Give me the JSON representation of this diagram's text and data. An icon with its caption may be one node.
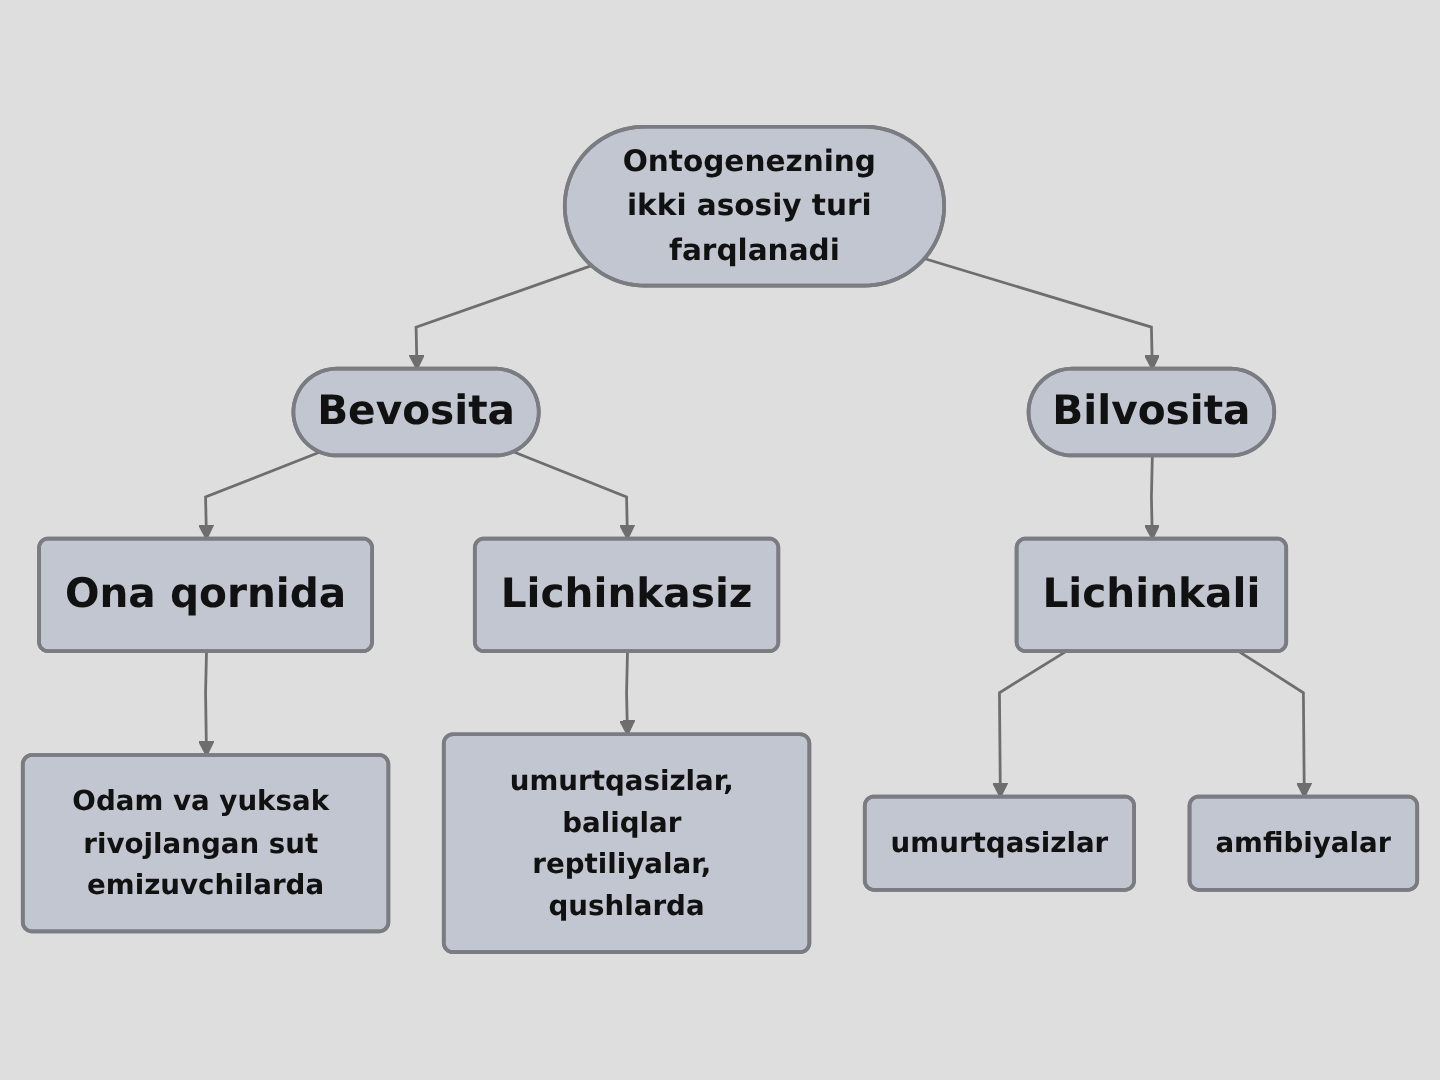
{
  "diagram": {
    "nodes": [
      {
        "text": [
          "Ontogenezning ikki asosiy turi farqlanadi"
        ]
      },
      {
        "text": [
          "Bevosita"
        ]
      },
      {
        "text": [
          "Bilvosita"
        ]
      },
      {
        "text": [
          "Ona qornida"
        ]
      },
      {
        "text": [
          "Lichinkasiz"
        ]
      },
      {
        "text": [
          "Lichinkali"
        ]
      },
      {
        "text": [
          "Odam va yuksak rivojlangan sut emizuvchilarda"
        ]
      },
      {
        "text": [
          "umurtqasizlar, baliqlar reptiliyalar, qushlarda"
        ]
      },
      {
        "text": [
          "umurtqasizlar"
        ]
      },
      {
        "text": [
          "amfibiyalar"
        ]
      }
    ],
    "edges": [
      {
        "from": 0,
        "to": 1,
        "arrow": "to"
      },
      {
        "from": 0,
        "to": 2,
        "arrow": "to"
      },
      {
        "from": 1,
        "to": 3,
        "arrow": "to"
      },
      {
        "from": 1,
        "to": 4,
        "arrow": "to"
      },
      {
        "from": 2,
        "to": 5,
        "arrow": "to"
      },
      {
        "from": 3,
        "to": 6,
        "arrow": "to"
      },
      {
        "from": 4,
        "to": 7,
        "arrow": "to"
      },
      {
        "from": 5,
        "to": 8,
        "arrow": "to"
      },
      {
        "from": 5,
        "to": 9,
        "arrow": "to"
      }
    ]
  }
}
